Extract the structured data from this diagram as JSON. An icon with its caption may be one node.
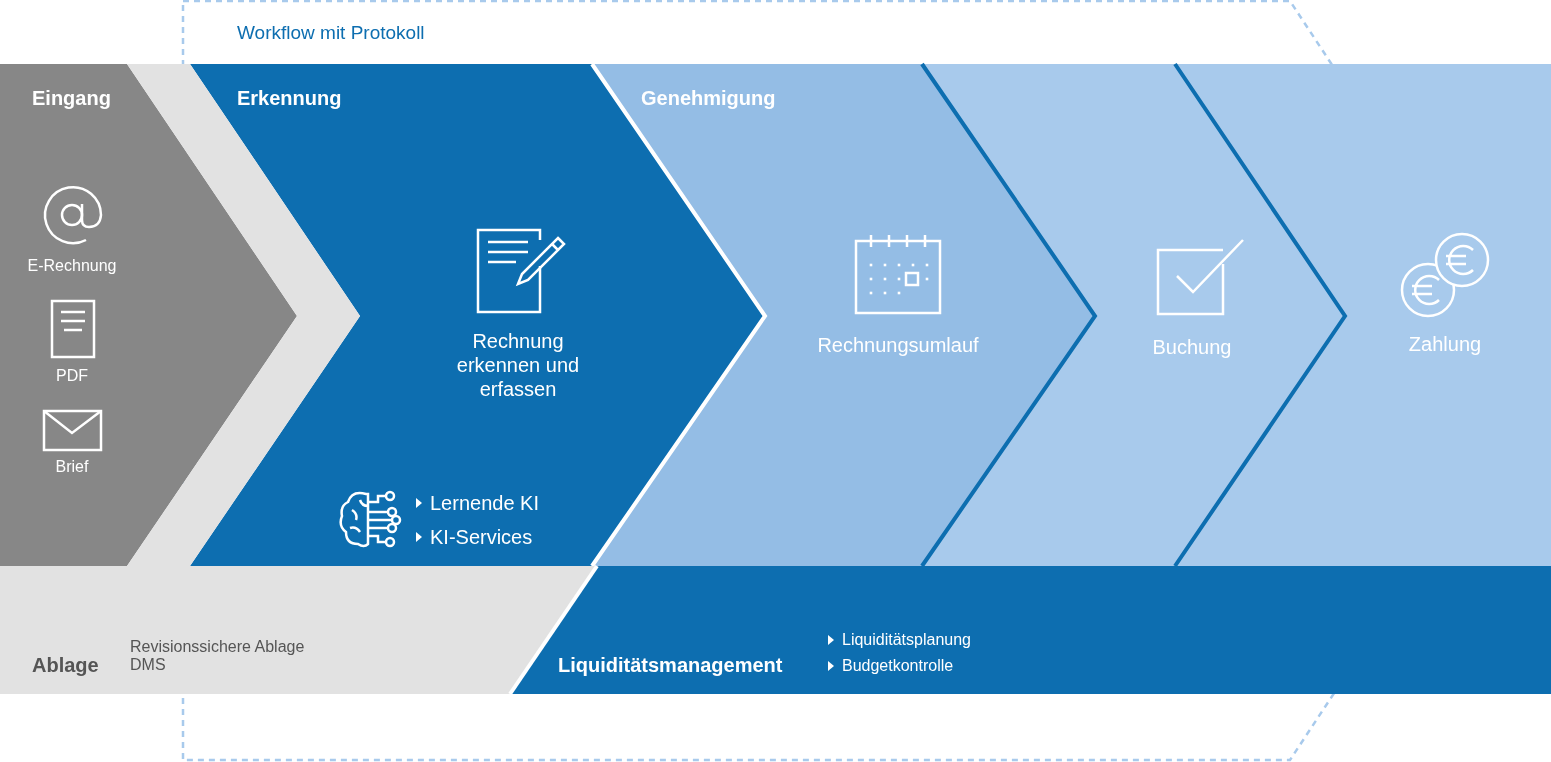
{
  "diagram": {
    "title": "Workflow mit Protokoll",
    "nodes": [
      {
        "text": [
          "Eingang",
          "E-Rechnung",
          "PDF",
          "Brief"
        ]
      },
      {
        "text": [
          "Erkennung",
          "Rechnung erkennen und erfassen",
          "Lernende KI",
          "KI-Services"
        ]
      },
      {
        "text": [
          "Genehmigung",
          "Rechnungsumlauf"
        ]
      },
      {
        "text": [
          "Buchung"
        ]
      },
      {
        "text": [
          "Zahlung"
        ]
      },
      {
        "text": [
          "Ablage",
          "Revisionssichere Ablage",
          "DMS"
        ]
      },
      {
        "text": [
          "Liquiditätsmanagement",
          "Liquiditätsplanung",
          "Budgetkontrolle"
        ]
      }
    ]
  }
}
